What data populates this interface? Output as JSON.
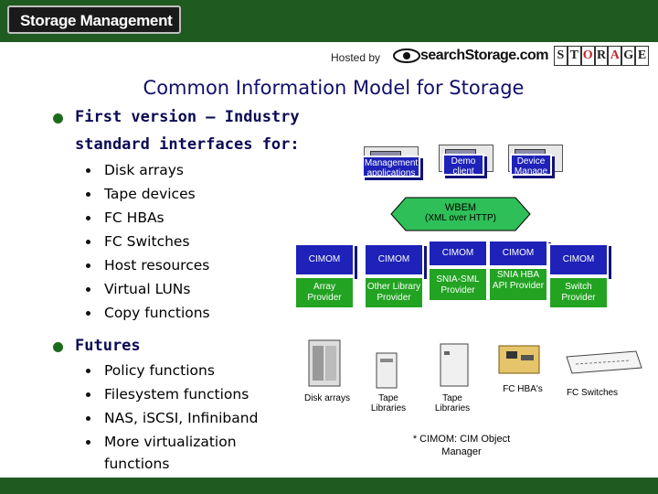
{
  "header": {
    "logo_bold": "Storage",
    "logo_rest": " Management",
    "hosted_by": "Hosted by",
    "search_storage": "searchStorage.com",
    "storage_letters": [
      "S",
      "T",
      "O",
      "R",
      "A",
      "G",
      "E"
    ]
  },
  "title": "Common Information Model for Storage",
  "section1": {
    "heading_line1": "First version – Industry",
    "heading_line2": "standard interfaces for:",
    "items": [
      "Disk arrays",
      "Tape devices",
      "FC HBAs",
      "FC Switches",
      "Host resources",
      "Virtual LUNs",
      "Copy functions"
    ]
  },
  "section2": {
    "heading": "Futures",
    "items": [
      "Policy functions",
      "Filesystem functions",
      "NAS, iSCSI, Infiniband",
      "More virtualization",
      "functions"
    ]
  },
  "diagram": {
    "clients": [
      "Management applications",
      "Demo client",
      "Device Manage"
    ],
    "wbem_line1": "WBEM",
    "wbem_line2": "(XML over HTTP)",
    "cimom_boxes": [
      {
        "top": "CIMOM",
        "bottom": "Array Provider"
      },
      {
        "top": "CIMOM",
        "bottom": "Other Library Provider"
      },
      {
        "top": "CIMOM",
        "bottom": "SNIA-SML Provider"
      },
      {
        "top": "CIMOM",
        "bottom": "SNIA HBA API Provider"
      },
      {
        "top": "CIMOM",
        "bottom": "Switch Provider"
      }
    ],
    "devices": [
      "Disk arrays",
      "Tape Libraries",
      "Tape Libraries",
      "FC HBA's",
      "FC Switches"
    ],
    "footnote_line1": "* CIMOM: CIM Object",
    "footnote_line2": "Manager"
  },
  "colors": {
    "header": "#1f5a20",
    "bullet": "#1c6b1c",
    "cimom_blue": "#1e22b8",
    "provider_green": "#22a322",
    "title": "#10106a"
  }
}
